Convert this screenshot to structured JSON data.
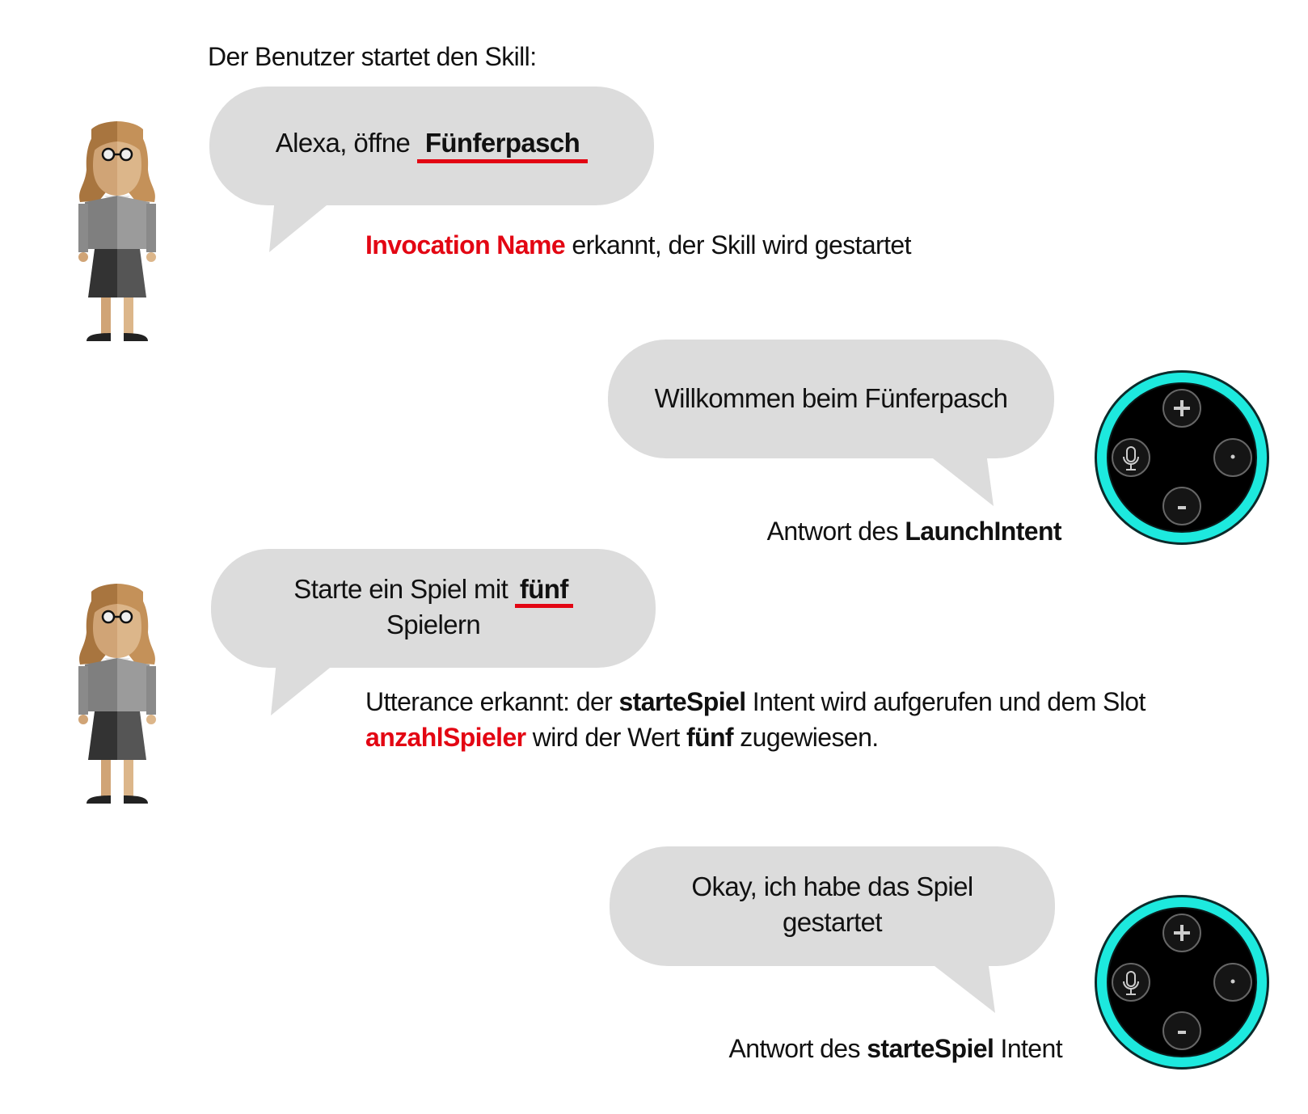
{
  "intro": "Der Benutzer startet den Skill:",
  "bubble1": {
    "prefix": "Alexa, öffne ",
    "keyword": "Fünferpasch"
  },
  "note1": {
    "highlight": "Invocation Name",
    "rest": " erkannt, der Skill wird gestartet"
  },
  "bubble2": {
    "text": "Willkommen beim Fünferpasch"
  },
  "note2": {
    "prefix": "Antwort des ",
    "keyword": "LaunchIntent"
  },
  "bubble3": {
    "prefix": "Starte ein Spiel mit ",
    "keyword": "fünf",
    "line2": "Spielern"
  },
  "note3": {
    "p1": "Utterance erkannt: der ",
    "b1": "starteSpiel",
    "p2": " Intent wird aufgerufen und dem Slot",
    "r1": "anzahlSpieler",
    "p3": " wird der Wert ",
    "b2": "fünf",
    "p4": " zugewiesen."
  },
  "bubble4": {
    "line1": "Okay, ich habe das Spiel",
    "line2": "gestartet"
  },
  "note4": {
    "prefix": "Antwort des ",
    "keyword": "starteSpiel",
    "suffix": " Intent"
  },
  "device": {
    "plus": "+",
    "minus": "-"
  },
  "colors": {
    "accent_red": "#e30613",
    "ring": "#1de9de",
    "bubble": "#dcdcdc"
  }
}
